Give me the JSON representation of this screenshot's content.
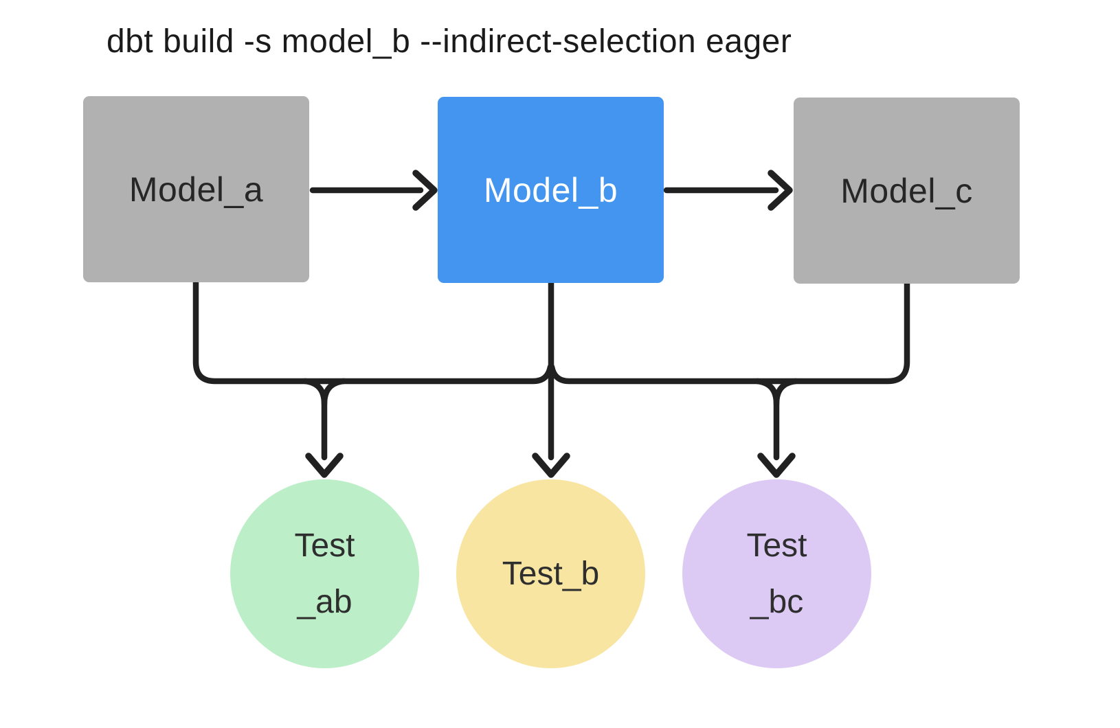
{
  "title": "dbt build -s model_b --indirect-selection eager",
  "colors": {
    "line": "#212121",
    "model_default_fill": "#b1b1b1",
    "model_selected_fill": "#4495ef",
    "model_default_text": "#262626",
    "model_selected_text": "#ffffff",
    "test_ab_fill": "#bceec8",
    "test_b_fill": "#f8e5a2",
    "test_bc_fill": "#dccaf5",
    "test_text": "#2e2e2e"
  },
  "nodes": {
    "model_a": {
      "label": "Model_a"
    },
    "model_b": {
      "label": "Model_b"
    },
    "model_c": {
      "label": "Model_c"
    },
    "test_ab": {
      "lines": [
        "Test",
        "_ab"
      ]
    },
    "test_b": {
      "lines": [
        "Test_b"
      ]
    },
    "test_bc": {
      "lines": [
        "Test",
        "_bc"
      ]
    }
  }
}
